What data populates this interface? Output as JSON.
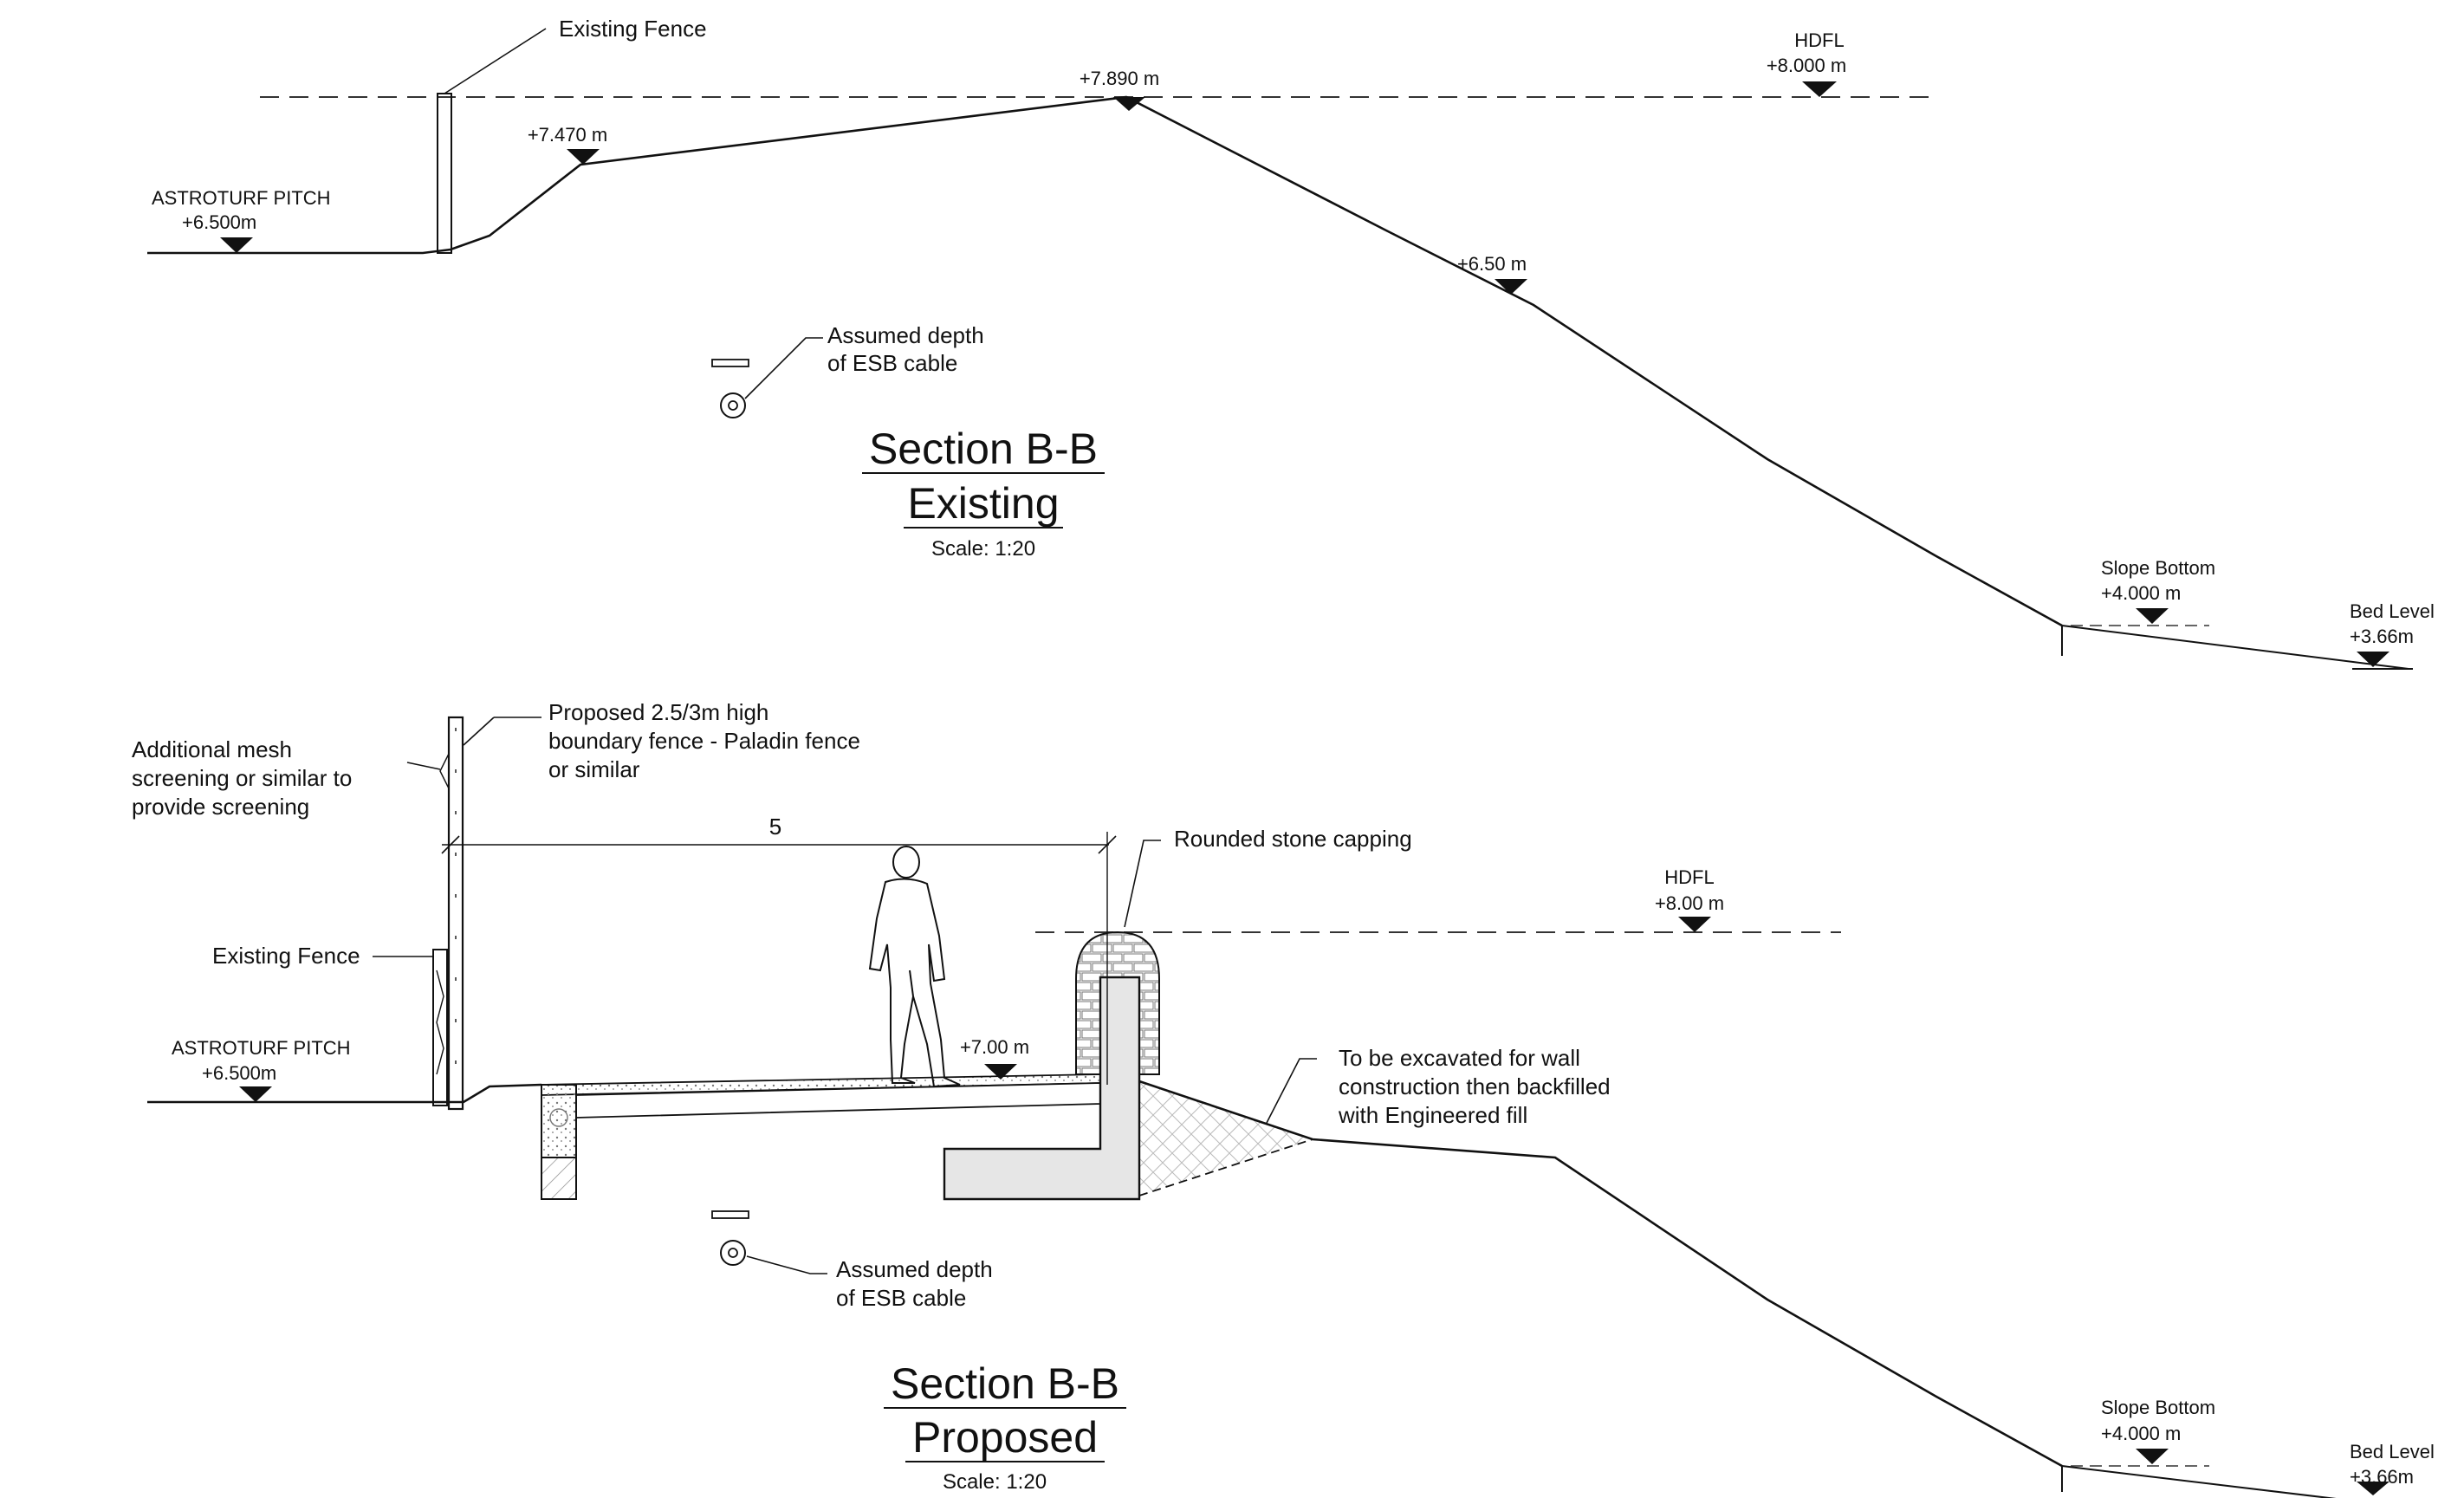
{
  "existing": {
    "fence_label": "Existing Fence",
    "hdfl_label": "HDFL",
    "hdfl_value": "+8.000 m",
    "crest_level": "+7.890 m",
    "mid_level": "+7.470 m",
    "slope_level": "+6.50 m",
    "pitch_label": "ASTROTURF PITCH",
    "pitch_level": "+6.500m",
    "cable_label_1": "Assumed depth",
    "cable_label_2": "of ESB cable",
    "title_1": "Section B-B",
    "title_2": "Existing",
    "scale": "Scale: 1:20",
    "slope_bottom_label": "Slope Bottom",
    "slope_bottom_level": "+4.000 m",
    "bed_label": "Bed Level",
    "bed_level": "+3.66m"
  },
  "proposed": {
    "fence_label_1": "Proposed 2.5/3m high",
    "fence_label_2": "boundary fence - Paladin fence",
    "fence_label_3": "or similar",
    "mesh_label_1": "Additional mesh",
    "mesh_label_2": "screening or similar to",
    "mesh_label_3": "provide screening",
    "dimension": "5",
    "capping_label": "Rounded stone capping",
    "hdfl_label": "HDFL",
    "hdfl_value": "+8.00 m",
    "existing_fence_label": "Existing Fence",
    "pitch_label": "ASTROTURF PITCH",
    "pitch_level": "+6.500m",
    "path_level": "+7.00 m",
    "excavate_label_1": "To be excavated for wall",
    "excavate_label_2": "construction then backfilled",
    "excavate_label_3": "with Engineered fill",
    "cable_label_1": "Assumed depth",
    "cable_label_2": "of ESB cable",
    "title_1": "Section B-B",
    "title_2": "Proposed",
    "scale": "Scale: 1:20",
    "slope_bottom_label": "Slope Bottom",
    "slope_bottom_level": "+4.000 m",
    "bed_label": "Bed Level",
    "bed_level": "+3.66m"
  }
}
